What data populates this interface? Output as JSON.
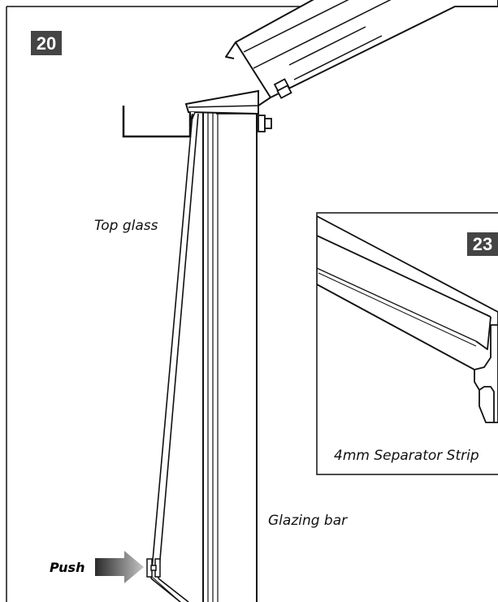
{
  "steps": {
    "main": "20",
    "inset": "23"
  },
  "labels": {
    "top_glass": "Top glass",
    "glazing_bar": "Glazing bar",
    "push": "Push",
    "separator_strip": "4mm Separator Strip"
  },
  "colors": {
    "badge": "#444444",
    "line": "#111111",
    "arrow_dark": "#2a2a2a",
    "arrow_light": "#bdbdbd"
  }
}
